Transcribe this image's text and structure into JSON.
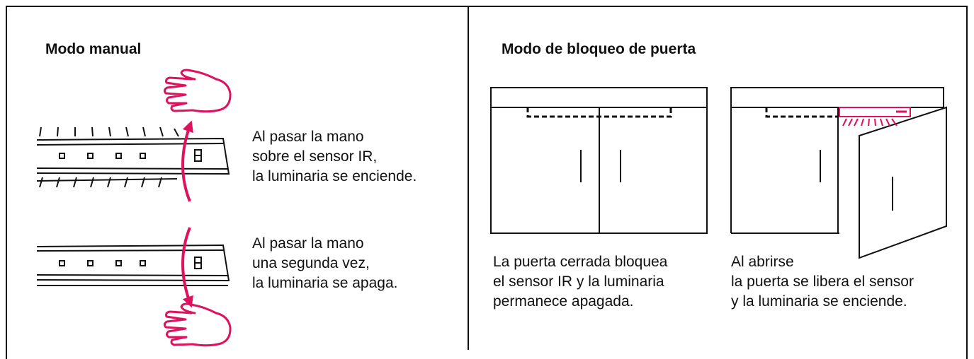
{
  "colors": {
    "accent": "#e0115f",
    "ink": "#111111"
  },
  "left_panel": {
    "title": "Modo manual",
    "on_caption": "Al pasar la mano\nsobre el sensor IR,\nla luminaria se enciende.",
    "off_caption": "Al pasar la mano\nuna segunda vez,\nla luminaria se apaga."
  },
  "right_panel": {
    "title": "Modo de bloqueo de puerta",
    "closed_caption": "La puerta cerrada bloquea\nel sensor IR y la luminaria\npermanece apagada.",
    "open_caption": "Al abrirse\nla puerta se libera el sensor\ny la luminaria se enciende."
  },
  "icons": [
    "hand-icon",
    "arrow-up-icon",
    "arrow-down-icon",
    "led-strip-icon",
    "cabinet-icon"
  ]
}
